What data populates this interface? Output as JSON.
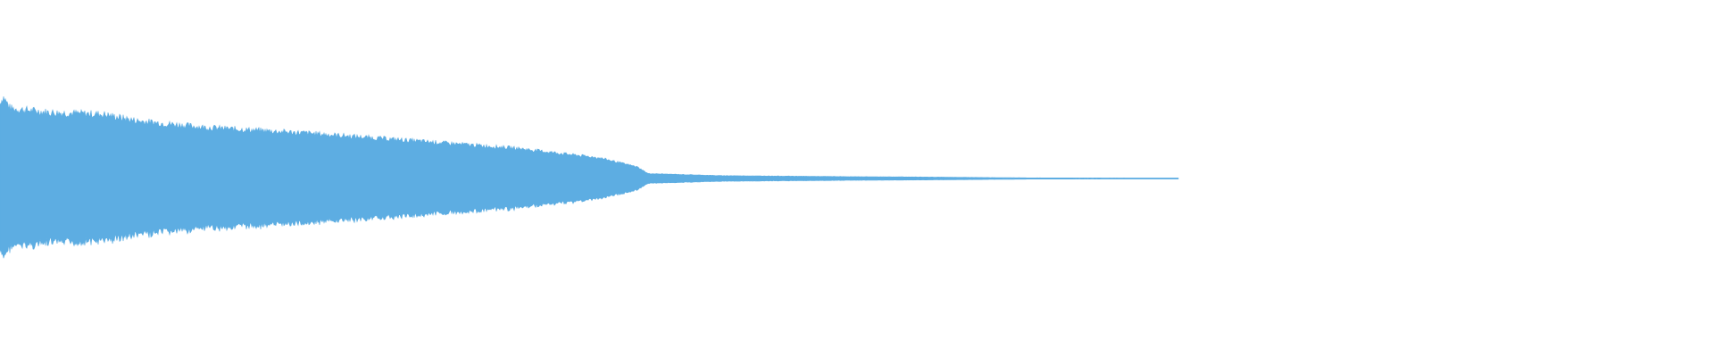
{
  "waveform": {
    "color": "#5dade2",
    "background": "#ffffff",
    "duration_fraction_visible": 0.6875,
    "transient_end_fraction": 0.376,
    "envelope": [
      {
        "t": 0.0,
        "a": 0.92
      },
      {
        "t": 0.002,
        "a": 0.99
      },
      {
        "t": 0.006,
        "a": 0.85
      },
      {
        "t": 0.03,
        "a": 0.8
      },
      {
        "t": 0.06,
        "a": 0.78
      },
      {
        "t": 0.08,
        "a": 0.7
      },
      {
        "t": 0.12,
        "a": 0.62
      },
      {
        "t": 0.18,
        "a": 0.55
      },
      {
        "t": 0.24,
        "a": 0.46
      },
      {
        "t": 0.3,
        "a": 0.37
      },
      {
        "t": 0.35,
        "a": 0.25
      },
      {
        "t": 0.372,
        "a": 0.14
      },
      {
        "t": 0.378,
        "a": 0.06
      },
      {
        "t": 0.42,
        "a": 0.035
      },
      {
        "t": 0.5,
        "a": 0.022
      },
      {
        "t": 0.54,
        "a": 0.018
      },
      {
        "t": 0.6,
        "a": 0.008
      },
      {
        "t": 0.6875,
        "a": 0.006
      }
    ]
  }
}
